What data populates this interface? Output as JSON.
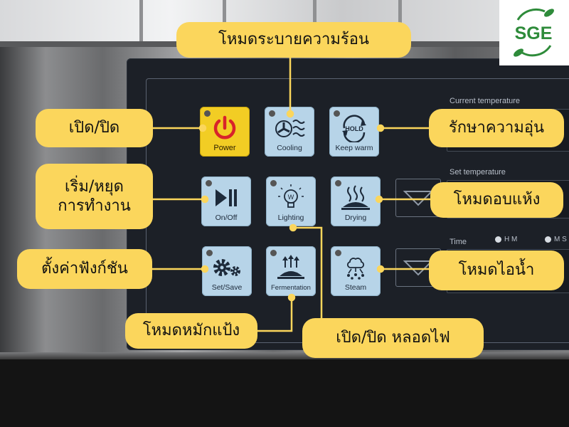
{
  "logo": {
    "text": "SGE",
    "color": "#2e8b3a"
  },
  "panel": {
    "current_temperature_label": "Current temperature",
    "set_temperature_label": "Set temperature",
    "time_label": "Time",
    "time_options": [
      "H M",
      "M S"
    ]
  },
  "buttons": [
    {
      "id": "power",
      "label": "Power",
      "icon": "power-icon"
    },
    {
      "id": "cooling",
      "label": "Cooling",
      "icon": "fan-icon"
    },
    {
      "id": "keep_warm",
      "label": "Keep warm",
      "icon": "hold-icon",
      "icon_text": "HOLD"
    },
    {
      "id": "on_off",
      "label": "On/Off",
      "icon": "play-pause-icon"
    },
    {
      "id": "lighting",
      "label": "Lighting",
      "icon": "lightbulb-icon",
      "icon_text": "W"
    },
    {
      "id": "drying",
      "label": "Drying",
      "icon": "drying-icon"
    },
    {
      "id": "set_save",
      "label": "Set/Save",
      "icon": "gears-icon"
    },
    {
      "id": "fermentation",
      "label": "Fermentation",
      "icon": "fermentation-icon"
    },
    {
      "id": "steam",
      "label": "Steam",
      "icon": "steam-icon"
    }
  ],
  "callouts": {
    "cooling": "โหมดระบายความร้อน",
    "power": "เปิด/ปิด",
    "keep_warm": "รักษาความอุ่น",
    "start_stop": [
      "เริ่ม/หยุด",
      "การทำงาน"
    ],
    "drying": "โหมดอบแห้ง",
    "settings": "ตั้งค่าฟังก์ชัน",
    "steam": "โหมดไอน้ำ",
    "fermentation": "โหมดหมักแป้ง",
    "lighting": "เปิด/ปิด หลอดไฟ"
  },
  "colors": {
    "callout": "#fbd65c",
    "power_button": "#f2cd24",
    "button": "#b7d4e8",
    "panel": "#1c2027",
    "power_red": "#d8232a"
  }
}
